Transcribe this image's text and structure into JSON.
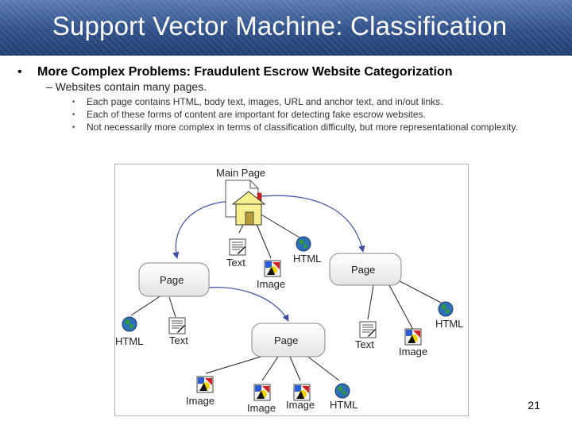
{
  "slide": {
    "title": "Support Vector Machine: Classification",
    "page_number": "21"
  },
  "bullets": {
    "level1": "More Complex Problems: Fraudulent Escrow Website Categorization",
    "level1_mark": "•",
    "level2": "– Websites contain many pages.",
    "level3": [
      "Each page contains HTML, body text, images, URL and anchor text, and in/out links.",
      "Each of these forms of content are important for detecting fake escrow websites.",
      "Not necessarily more complex in terms of classification difficulty, but more representational complexity."
    ],
    "level3_mark": "•"
  },
  "diagram": {
    "main_page_label": "Main Page",
    "page_label": "Page",
    "text_label": "Text",
    "html_label": "HTML",
    "image_label": "Image",
    "colors": {
      "arrow": "#3a4fa8",
      "link_line": "#222222",
      "node_border": "#888888",
      "house_yellow": "#f6ef8f",
      "globe_blue": "#2f6fb5",
      "globe_green": "#2e9a3a"
    }
  }
}
